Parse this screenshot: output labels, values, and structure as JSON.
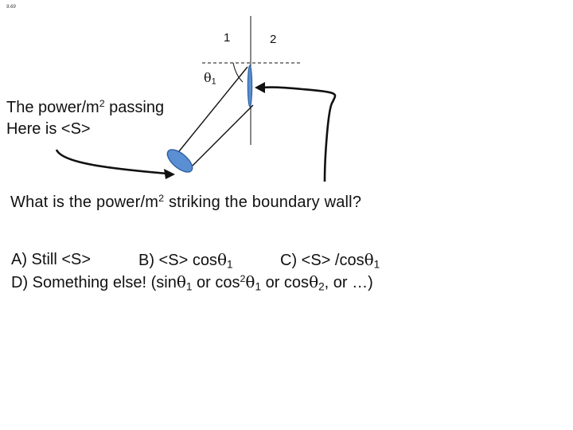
{
  "slide": {
    "number": "9.69"
  },
  "diagram": {
    "region_1_label": "1",
    "region_2_label": "2",
    "angle_symbol": "θ",
    "angle_subscript": "1",
    "colors": {
      "beam_fill": "#5b8fd3",
      "beam_stroke": "#2f5f9e",
      "line": "#111111"
    }
  },
  "caption": {
    "line1_pre": "The power/m",
    "line1_sup": "2",
    "line1_post": " passing",
    "line2": "Here is <S>"
  },
  "question": {
    "pre": "What is the power/m",
    "sup": "2",
    "post": " striking the boundary wall?"
  },
  "options": {
    "a": "A)  Still <S>",
    "b_pre": "B)  <S> cos",
    "b_greek": "θ",
    "b_sub": "1",
    "c_pre": "C) <S> /cos",
    "c_greek": "θ",
    "c_sub": "1",
    "d_pre": "D)  Something else! (sin",
    "d_greek1": "θ",
    "d_sub1": "1",
    "d_mid1": " or cos",
    "d_sup": "2",
    "d_greek2": "θ",
    "d_sub2": "1",
    "d_mid2": " or cos",
    "d_greek3": "θ",
    "d_sub3": "2",
    "d_post": ", or …)"
  }
}
